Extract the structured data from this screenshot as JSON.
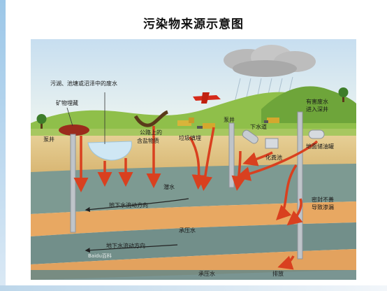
{
  "title": "污染物来源示意图",
  "labels": {
    "lake_waste": "污湖、池塘或沼泽中的废水",
    "mine_burial": "矿物埋藏",
    "well_left": "泵井",
    "road_salt_1": "公路上的",
    "road_salt_2": "含盐物质",
    "landfill": "垃圾填埋",
    "pump_well": "泵井",
    "sewer": "下水道",
    "septic_tank": "化粪池",
    "harmful_1": "有害废水",
    "harmful_2": "进入深井",
    "oil_tank": "地面储油罐",
    "phreatic_water": "潜水",
    "flow_dir_1": "地下水流动方向",
    "confined_water": "承压水",
    "flow_dir_2": "地下水流动方向",
    "leak_1": "密封不善",
    "leak_2": "导致渗漏",
    "confined_water_bottom": "承压水",
    "discharge": "排放",
    "watermark": "Baidu百科"
  },
  "colors": {
    "sky_top": "#cfe3f0",
    "ground_green": "#8fbf4a",
    "soil_top": "#e3c58a",
    "aquifer_sand": "#e8a862",
    "aquifer_dark": "#6f8f8a",
    "arrow_red": "#d9401f",
    "pipe_gray": "#bfc4c9"
  }
}
